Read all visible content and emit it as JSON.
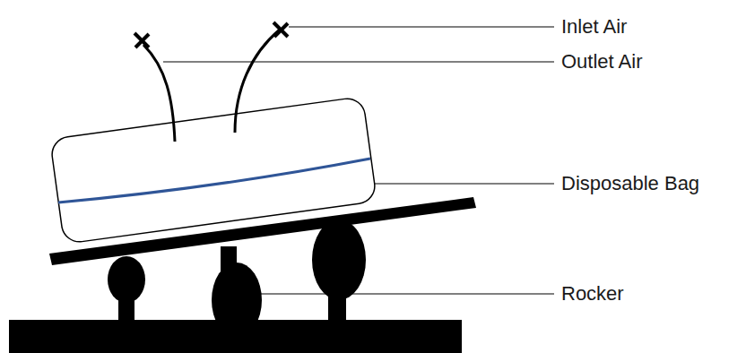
{
  "diagram": {
    "labels": [
      "Inlet Air",
      "Outlet Air",
      "Disposable Bag",
      "Rocker"
    ]
  }
}
